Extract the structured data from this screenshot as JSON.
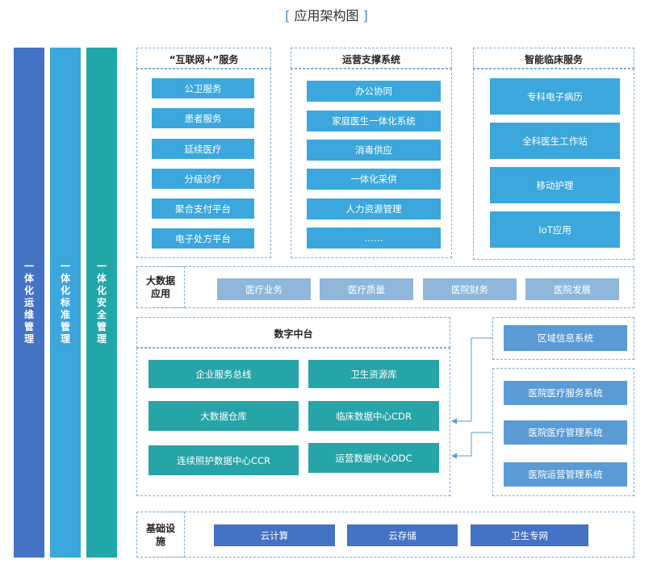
{
  "title": "应用架构图",
  "bracket_open": "[",
  "bracket_close": "]",
  "side_bars": [
    {
      "label": "一体化运维管理",
      "color": "#4472c4"
    },
    {
      "label": "一体化标准管理",
      "color": "#3ba7dc"
    },
    {
      "label": "一体化安全管理",
      "color": "#22a7a8"
    }
  ],
  "internet_service": {
    "header": "“互联网+”服务",
    "items": [
      "公卫服务",
      "患者服务",
      "延续医疗",
      "分级诊疗",
      "聚合支付平台",
      "电子处方平台"
    ]
  },
  "ops_support": {
    "header": "运营支撑系统",
    "items": [
      "办公协同",
      "家庭医生一体化系统",
      "消毒供应",
      "一体化采供",
      "人力资源管理",
      "……"
    ]
  },
  "smart_clinical": {
    "header": "智能临床服务",
    "items": [
      "专科电子病历",
      "全科医生工作站",
      "移动护理",
      "IoT应用"
    ]
  },
  "big_data_app": {
    "label": "大数据应用",
    "items": [
      "医疗业务",
      "医疗质量",
      "医院财务",
      "医院发展"
    ]
  },
  "digital_middle": {
    "header": "数字中台",
    "items": [
      "企业服务总线",
      "卫生资源库",
      "大数据仓库",
      "临床数据中心CDR",
      "连续照护数据中心CCR",
      "运营数据中心ODC"
    ]
  },
  "regional": {
    "items": [
      "区域信息系统"
    ]
  },
  "hospital_systems": {
    "items": [
      "医院医疗服务系统",
      "医院医疗管理系统",
      "医院运营管理系统"
    ]
  },
  "infrastructure": {
    "label": "基础设施",
    "items": [
      "云计算",
      "云存储",
      "卫生专网"
    ]
  },
  "colors": {
    "accent_blue": "#3ba7dc",
    "teal": "#27a4a8",
    "light_blue": "#8fb7da",
    "medium_blue": "#5b9bd5",
    "dark_blue": "#4472c4",
    "dashed_border": "#7eaed8"
  }
}
